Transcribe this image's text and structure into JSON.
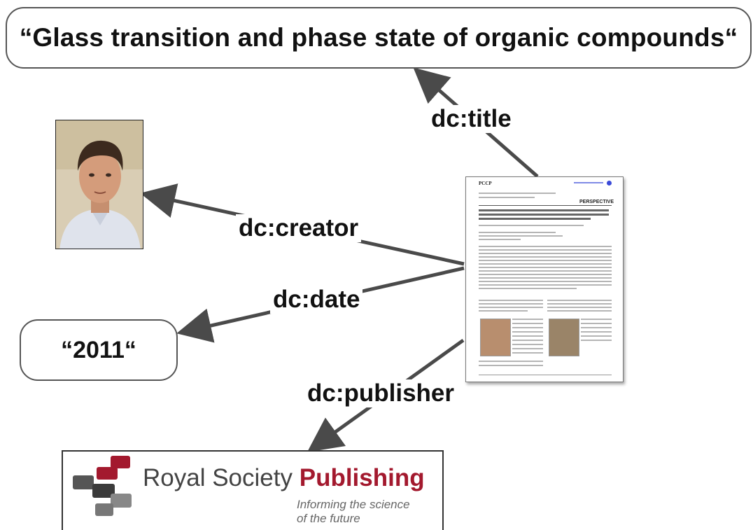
{
  "title_literal": "“Glass transition and phase state of organic compounds“",
  "date_literal": "“2011“",
  "edges": {
    "title": "dc:title",
    "creator": "dc:creator",
    "date": "dc:date",
    "publisher": "dc:publisher"
  },
  "paper": {
    "journal": "PCCP",
    "badge": "PERSPECTIVE"
  },
  "publisher_logo": {
    "name_light": "Royal Society ",
    "name_bold": "Publishing",
    "tagline_1": "Informing the science",
    "tagline_2": "of the future",
    "brand_color": "#a3192e"
  },
  "colors": {
    "arrow": "#4a4a4a",
    "box_border": "#555555"
  }
}
